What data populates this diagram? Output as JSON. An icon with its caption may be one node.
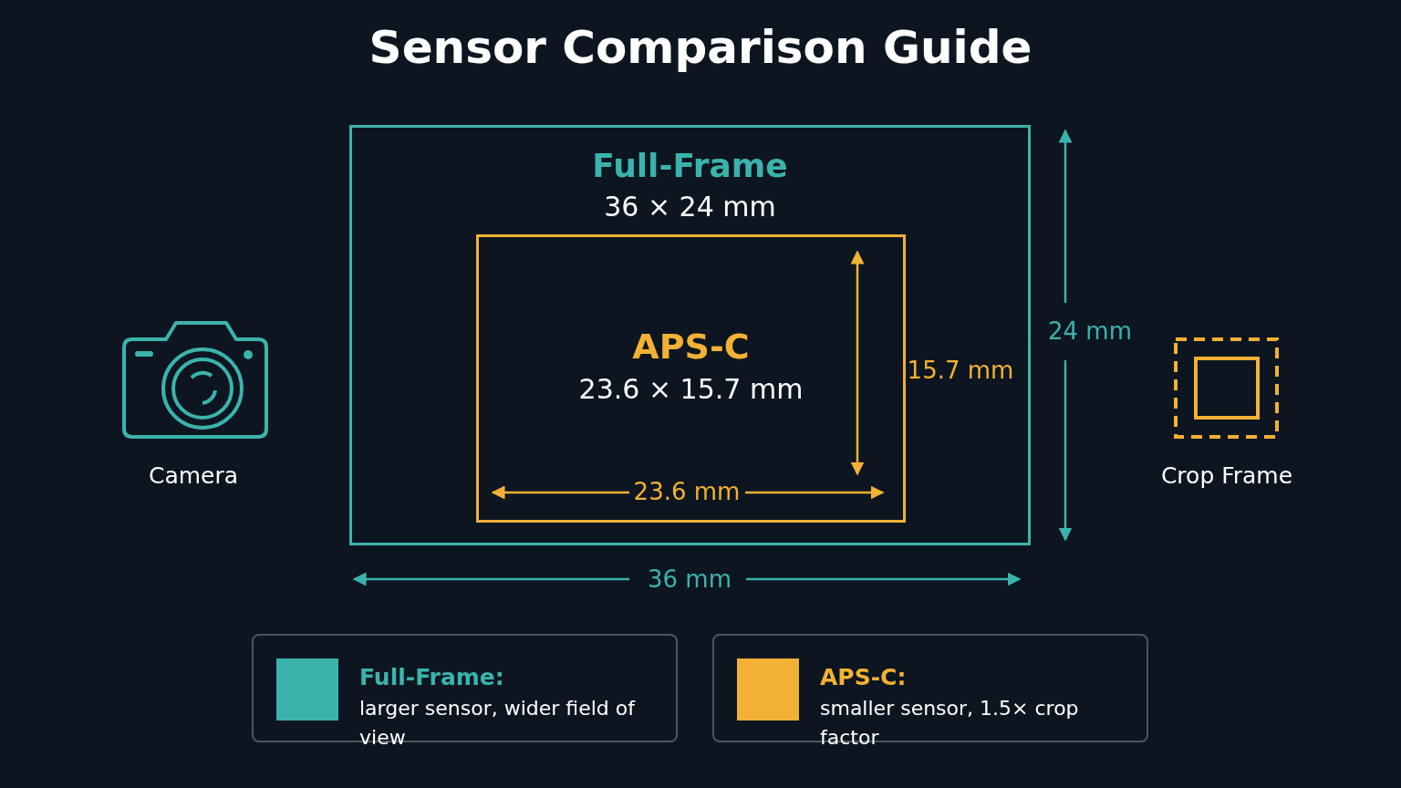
{
  "diagram": {
    "title": "Sensor Comparison Guide",
    "nodes": [
      {
        "text": [
          "Full-Frame",
          "36 × 24 mm"
        ]
      },
      {
        "text": [
          "APS-C",
          "23.6 × 15.7 mm"
        ],
        "in": 0
      }
    ],
    "labels": [
      "24 mm",
      "15.7 mm",
      "Camera",
      "Crop Frame",
      "23.6 mm",
      "36 mm"
    ],
    "legend": [
      {
        "text": "**Full-Frame:** larger sensor, wider field of view",
        "color": "#3bb3ad"
      },
      {
        "text": "**APS-C:** smaller sensor, 1.5× crop factor",
        "color": "#f2b134"
      }
    ]
  }
}
